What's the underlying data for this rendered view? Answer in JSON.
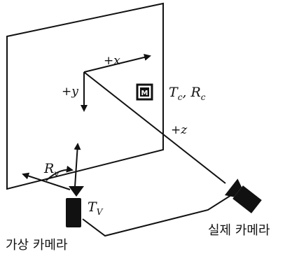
{
  "axes": {
    "x": "+x",
    "y": "+y",
    "z": "+z"
  },
  "marker": {
    "glyph": "M",
    "label_T": "T",
    "label_T_sub": "c",
    "label_R": "R",
    "label_R_sub": "c",
    "sep": ","
  },
  "virtual_camera": {
    "label": "가상 카메라",
    "R": "R",
    "R_sub": "v",
    "T": "T",
    "T_sub": "V"
  },
  "real_camera": {
    "label": "실제 카메라"
  },
  "colors": {
    "ink": "#111111",
    "background": "#ffffff"
  }
}
